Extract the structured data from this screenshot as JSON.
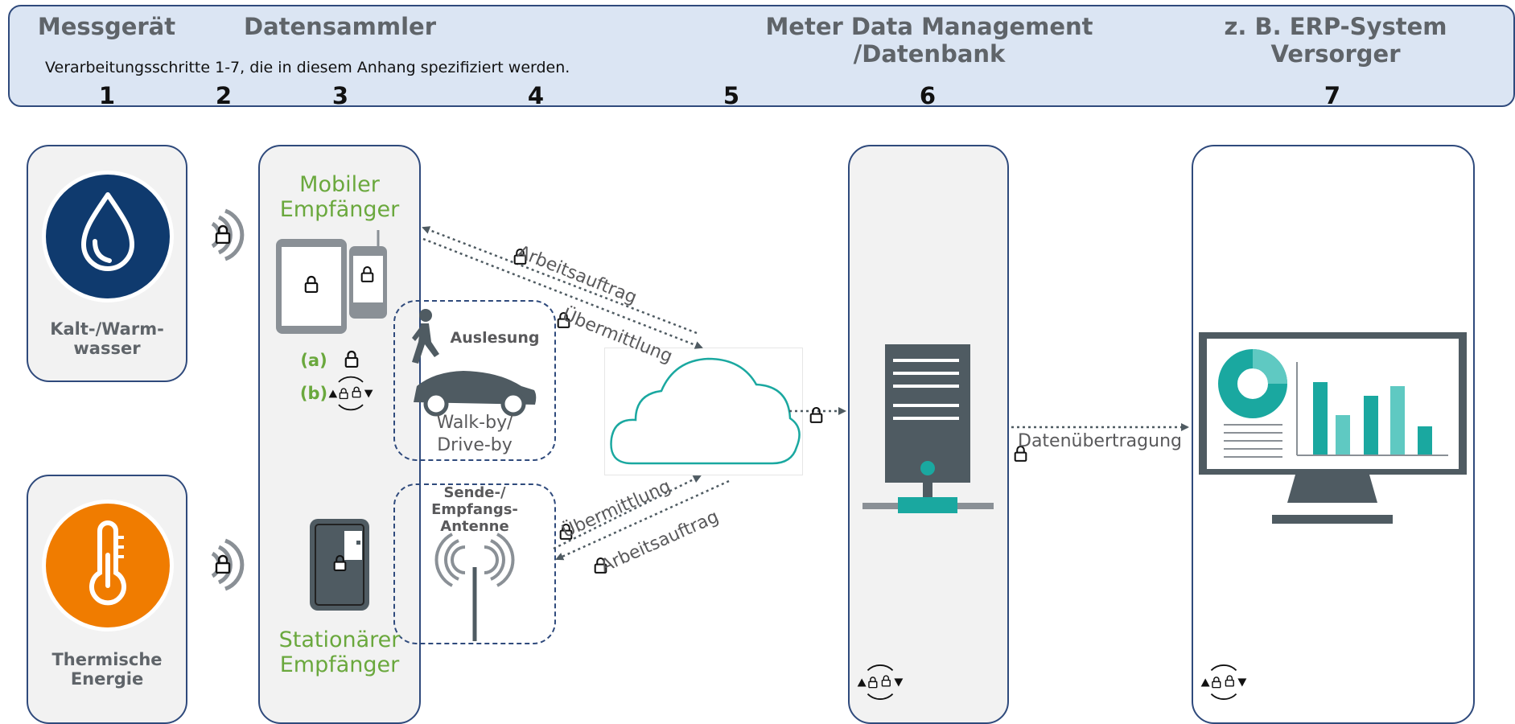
{
  "header": {
    "col1": "Messgerät",
    "col2": "Datensammler",
    "col3_line1": "Meter Data Management",
    "col3_line2": "/Datenbank",
    "col4_line1": "z. B. ERP-System",
    "col4_line2": "Versorger",
    "subtitle": "Verarbeitungsschritte 1-7, die in diesem Anhang spezifiziert werden.",
    "steps": [
      "1",
      "2",
      "3",
      "4",
      "5",
      "6",
      "7"
    ]
  },
  "devices": {
    "water_label_1": "Kalt-/Warm-",
    "water_label_2": "wasser",
    "heat_label_1": "Thermische",
    "heat_label_2": "Energie"
  },
  "collector": {
    "mobile_1": "Mobiler",
    "mobile_2": "Empfänger",
    "option_a": "(a)",
    "option_b": "(b)",
    "stationary_1": "Stationärer",
    "stationary_2": "Empfänger"
  },
  "readout": {
    "title": "Auslesung",
    "walkby_1": "Walk-by/",
    "walkby_2": "Drive-by"
  },
  "antenna": {
    "line1": "Sende-/",
    "line2": "Empfangs-",
    "line3": "Antenne"
  },
  "flows": {
    "work_order_top": "Arbeitsauftrag",
    "transfer_top": "Übermittlung",
    "transfer_bottom": "Übermittlung",
    "work_order_bottom": "Arbeitsauftrag",
    "data_transfer": "Datenübertragung"
  },
  "colors": {
    "navy": "#2f4a7c",
    "water_blue": "#0f3a6e",
    "orange": "#f07c00",
    "teal": "#1aa8a0",
    "dark_grey": "#4f5b62",
    "green": "#6aa83d",
    "header_bg": "#dbe5f3"
  },
  "icons": [
    "water-drop-icon",
    "thermometer-icon",
    "wireless-signal-icon",
    "lock-icon",
    "tablet-icon",
    "smartphone-icon",
    "walking-person-icon",
    "car-icon",
    "stationary-receiver-icon",
    "antenna-icon",
    "cloud-icon",
    "server-icon",
    "monitor-chart-icon",
    "secure-sync-icon"
  ]
}
